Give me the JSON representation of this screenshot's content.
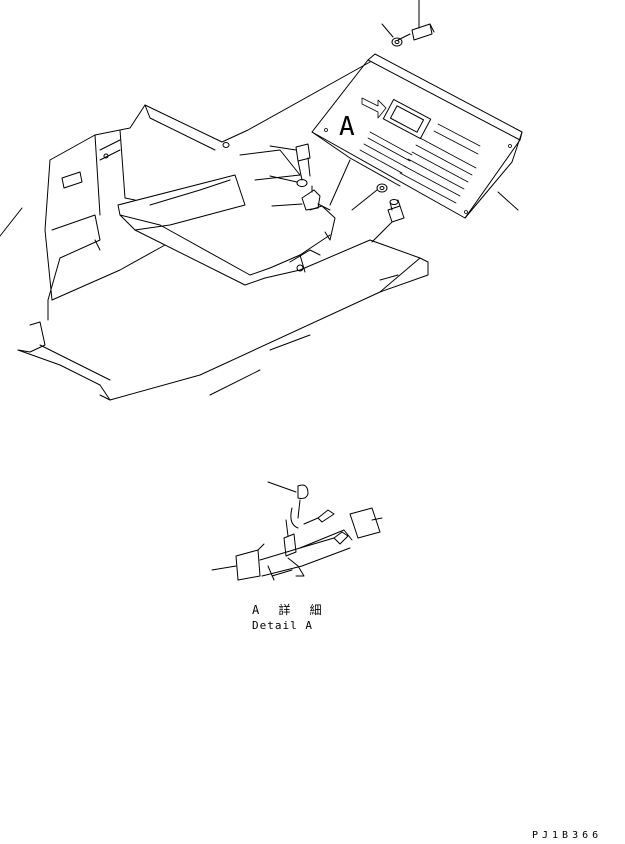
{
  "callout_letter": "A",
  "detail_caption": {
    "japanese": "A 詳 細",
    "english": "Detail A"
  },
  "drawing_code": "PJ1B366"
}
